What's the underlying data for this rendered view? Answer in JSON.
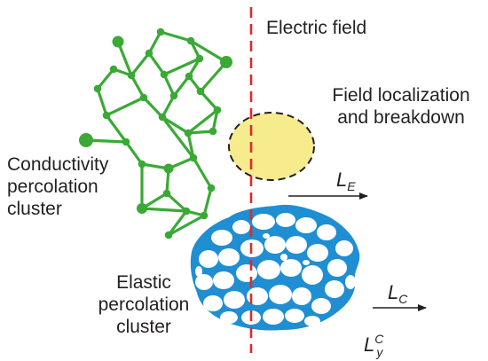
{
  "labels": {
    "electric_field": "Electric field",
    "field_localization": [
      "Field localization",
      "and breakdown"
    ],
    "conductivity_cluster": [
      "Conductivity",
      "percolation",
      "cluster"
    ],
    "elastic_cluster": [
      "Elastic",
      "percolation",
      "cluster"
    ]
  },
  "symbols": {
    "le": {
      "base": "L",
      "sub": "E"
    },
    "lc": {
      "base": "L",
      "sub": "C"
    },
    "lyc": {
      "base": "L",
      "sup": "C",
      "sub": "y"
    }
  },
  "colors": {
    "network_green": "#3aa935",
    "pore_blue": "#1f8ed2",
    "field_red": "#e02929",
    "spot_fill": "#f7ec8d",
    "text": "#231f20"
  }
}
